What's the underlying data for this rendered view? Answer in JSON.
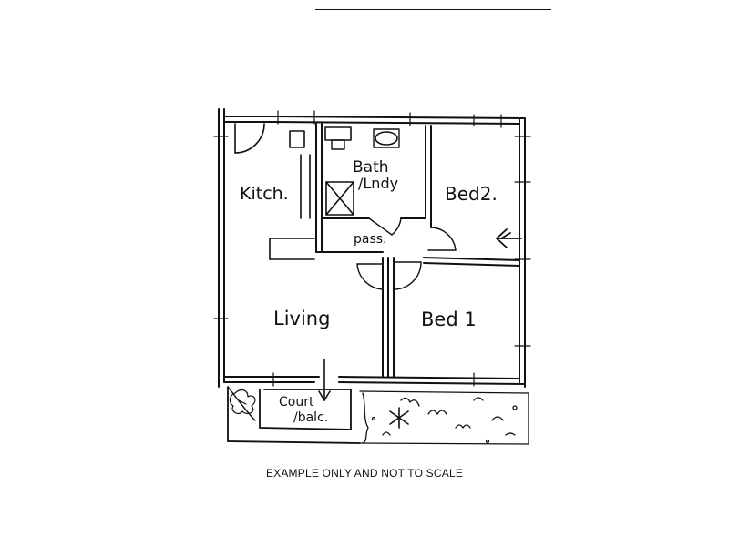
{
  "rooms": {
    "kitchen": "Kitch.",
    "bath_laundry_1": "Bath",
    "bath_laundry_2": "/Lndy",
    "bed2": "Bed2.",
    "passage": "pass.",
    "living": "Living",
    "bed1": "Bed 1",
    "courtyard_1": "Court",
    "courtyard_2": "/balc."
  },
  "caption": "EXAMPLE ONLY AND NOT TO SCALE",
  "colors": {
    "ink": "#111111",
    "paper": "#ffffff"
  }
}
